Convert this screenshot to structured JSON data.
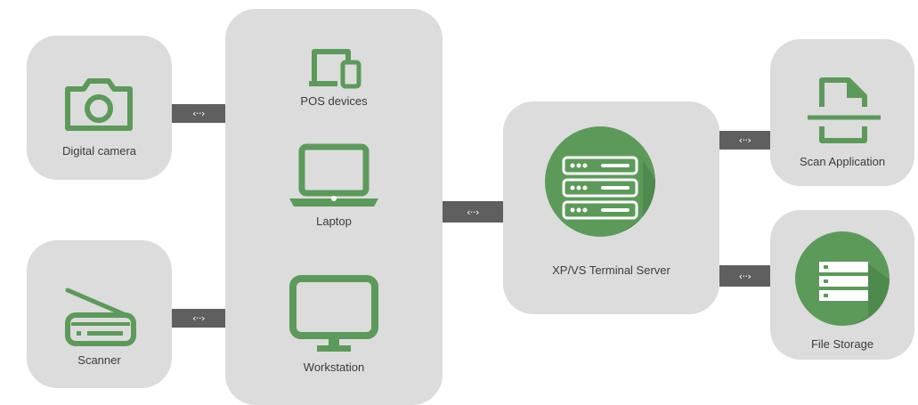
{
  "nodes": {
    "digital_camera": "Digital camera",
    "scanner": "Scanner",
    "pos_devices": "POS devices",
    "laptop": "Laptop",
    "workstation": "Workstation",
    "terminal_server": "XP/VS Terminal Server",
    "scan_application": "Scan Application",
    "file_storage": "File Storage"
  },
  "connector_label": "‹··›",
  "icons": {
    "digital_camera": "camera-icon",
    "scanner": "scanner-icon",
    "pos_devices": "pos-devices-icon",
    "laptop": "laptop-icon",
    "workstation": "monitor-icon",
    "terminal_server": "server-icon",
    "scan_application": "document-scan-icon",
    "file_storage": "storage-icon"
  },
  "colors": {
    "card": "#dcdcdc",
    "icon_green": "#5c9a5a",
    "connector": "#5f5f5f",
    "circle_green": "#5c9a5a"
  }
}
